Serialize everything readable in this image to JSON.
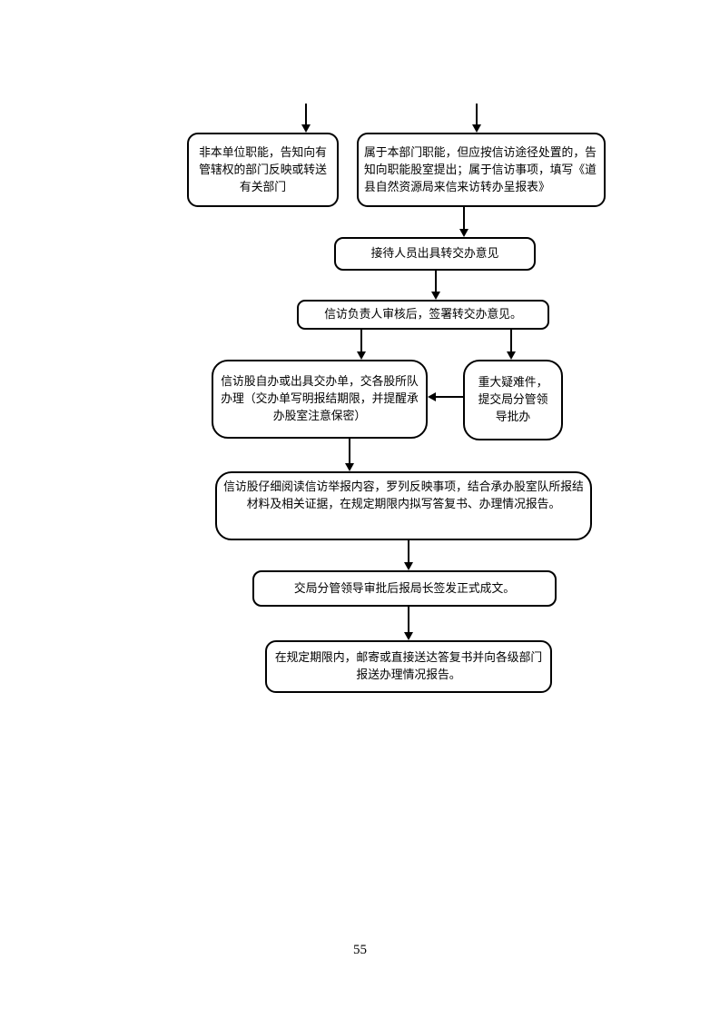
{
  "colors": {
    "background": "#ffffff",
    "line": "#000000",
    "text": "#000000"
  },
  "page": {
    "number": "55"
  },
  "flowchart": {
    "nodes": [
      {
        "id": "non-unit-function",
        "text": "非本单位职能，告知向有\n管辖权的部门反映或转送\n有关部门"
      },
      {
        "id": "dept-function-petition",
        "text": "属于本部门职能，但应按信访途径处置的，告\n知向职能股室提出；属于信访事项，填写《道\n县自然资源局来信来访转办呈报表》"
      },
      {
        "id": "reception-opinion",
        "text": "接待人员出具转交办意见"
      },
      {
        "id": "petition-leader-review",
        "text": "信访负责人审核后，签署转交办意见。"
      },
      {
        "id": "assign-handling",
        "text": "信访股自办或出具交办单，交各股所队\n办理（交办单写明报结期限，并提醒承\n办股室注意保密）"
      },
      {
        "id": "major-difficult-case",
        "text": "重大疑难件，\n提交局分管领\n导批办"
      },
      {
        "id": "draft-reply",
        "text": "信访股仔细阅读信访举报内容，罗列反映事项，结合承办股室队所报结\n材料及相关证据，在规定期限内拟写答复书、办理情况报告。"
      },
      {
        "id": "director-sign-issue",
        "text": "交局分管领导审批后报局长签发正式成文。"
      },
      {
        "id": "deliver-reply-report",
        "text": "在规定期限内，邮寄或直接送达答复书并向各级部门\n报送办理情况报告。"
      }
    ]
  }
}
